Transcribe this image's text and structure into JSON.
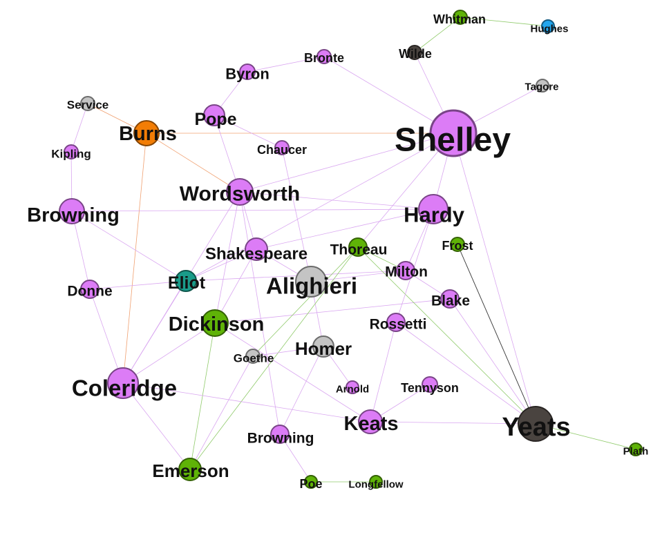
{
  "colors": {
    "purple": "#dc7cf6",
    "gray": "#c4c4c4",
    "dark": "#4a4440",
    "green": "#5fb307",
    "orange": "#f27d05",
    "teal": "#1a9c8a",
    "blue": "#22a6ee",
    "edge_purple": "#d9a6f0",
    "edge_orange": "#f0a070",
    "edge_green": "#8fca6a",
    "edge_black": "#333333"
  },
  "nodes": [
    {
      "id": "shelley",
      "label": "Shelley",
      "color": "purple"
    },
    {
      "id": "yeats",
      "label": "Yeats",
      "color": "dark"
    },
    {
      "id": "coleridge",
      "label": "Coleridge",
      "color": "purple"
    },
    {
      "id": "wordsworth",
      "label": "Wordsworth",
      "color": "purple"
    },
    {
      "id": "hardy",
      "label": "Hardy",
      "color": "purple"
    },
    {
      "id": "browning1",
      "label": "Browning",
      "color": "purple"
    },
    {
      "id": "alighieri",
      "label": "Alighieri",
      "color": "gray"
    },
    {
      "id": "dickinson",
      "label": "Dickinson",
      "color": "green"
    },
    {
      "id": "burns",
      "label": "Burns",
      "color": "orange"
    },
    {
      "id": "keats",
      "label": "Keats",
      "color": "purple"
    },
    {
      "id": "emerson",
      "label": "Emerson",
      "color": "green"
    },
    {
      "id": "homer",
      "label": "Homer",
      "color": "gray"
    },
    {
      "id": "shakespeare",
      "label": "Shakespeare",
      "color": "purple"
    },
    {
      "id": "pope",
      "label": "Pope",
      "color": "purple"
    },
    {
      "id": "byron",
      "label": "Byron",
      "color": "purple"
    },
    {
      "id": "eliot",
      "label": "Eliot",
      "color": "teal"
    },
    {
      "id": "thoreau",
      "label": "Thoreau",
      "color": "green"
    },
    {
      "id": "milton",
      "label": "Milton",
      "color": "purple"
    },
    {
      "id": "blake",
      "label": "Blake",
      "color": "purple"
    },
    {
      "id": "rossetti",
      "label": "Rossetti",
      "color": "purple"
    },
    {
      "id": "donne",
      "label": "Donne",
      "color": "purple"
    },
    {
      "id": "browning2",
      "label": "Browning",
      "color": "purple"
    },
    {
      "id": "whitman",
      "label": "Whitman",
      "color": "green"
    },
    {
      "id": "wilde",
      "label": "Wilde",
      "color": "dark"
    },
    {
      "id": "bronte",
      "label": "Bronte",
      "color": "purple"
    },
    {
      "id": "chaucer",
      "label": "Chaucer",
      "color": "purple"
    },
    {
      "id": "tennyson",
      "label": "Tennyson",
      "color": "purple"
    },
    {
      "id": "frost",
      "label": "Frost",
      "color": "green"
    },
    {
      "id": "goethe",
      "label": "Goethe",
      "color": "gray"
    },
    {
      "id": "service",
      "label": "Service",
      "color": "gray"
    },
    {
      "id": "kipling",
      "label": "Kipling",
      "color": "purple"
    },
    {
      "id": "tagore",
      "label": "Tagore",
      "color": "gray"
    },
    {
      "id": "hughes",
      "label": "Hughes",
      "color": "blue"
    },
    {
      "id": "poe",
      "label": "Poe",
      "color": "green"
    },
    {
      "id": "longfellow",
      "label": "Longfellow",
      "color": "green"
    },
    {
      "id": "arnold",
      "label": "Arnold",
      "color": "purple"
    },
    {
      "id": "plath",
      "label": "Plath",
      "color": "green"
    }
  ],
  "edges": [
    {
      "from": "whitman",
      "to": "hughes",
      "color": "edge_green"
    },
    {
      "from": "whitman",
      "to": "wilde",
      "color": "edge_green"
    },
    {
      "from": "wilde",
      "to": "shelley",
      "color": "edge_purple"
    },
    {
      "from": "tagore",
      "to": "shelley",
      "color": "edge_purple"
    },
    {
      "from": "byron",
      "to": "bronte",
      "color": "edge_purple"
    },
    {
      "from": "byron",
      "to": "pope",
      "color": "edge_purple"
    },
    {
      "from": "bronte",
      "to": "shelley",
      "color": "edge_purple"
    },
    {
      "from": "service",
      "to": "burns",
      "color": "edge_orange"
    },
    {
      "from": "service",
      "to": "kipling",
      "color": "edge_purple"
    },
    {
      "from": "kipling",
      "to": "browning1",
      "color": "edge_purple"
    },
    {
      "from": "burns",
      "to": "shelley",
      "color": "edge_orange"
    },
    {
      "from": "burns",
      "to": "coleridge",
      "color": "edge_orange"
    },
    {
      "from": "burns",
      "to": "wordsworth",
      "color": "edge_orange"
    },
    {
      "from": "pope",
      "to": "chaucer",
      "color": "edge_purple"
    },
    {
      "from": "pope",
      "to": "wordsworth",
      "color": "edge_purple"
    },
    {
      "from": "chaucer",
      "to": "alighieri",
      "color": "edge_purple"
    },
    {
      "from": "shelley",
      "to": "wordsworth",
      "color": "edge_purple"
    },
    {
      "from": "shelley",
      "to": "hardy",
      "color": "edge_purple"
    },
    {
      "from": "shelley",
      "to": "yeats",
      "color": "edge_purple"
    },
    {
      "from": "shelley",
      "to": "thoreau",
      "color": "edge_purple"
    },
    {
      "from": "shelley",
      "to": "eliot",
      "color": "edge_purple"
    },
    {
      "from": "wordsworth",
      "to": "hardy",
      "color": "edge_purple"
    },
    {
      "from": "wordsworth",
      "to": "shakespeare",
      "color": "edge_purple"
    },
    {
      "from": "wordsworth",
      "to": "coleridge",
      "color": "edge_purple"
    },
    {
      "from": "wordsworth",
      "to": "dickinson",
      "color": "edge_purple"
    },
    {
      "from": "wordsworth",
      "to": "browning2",
      "color": "edge_purple"
    },
    {
      "from": "browning1",
      "to": "hardy",
      "color": "edge_purple"
    },
    {
      "from": "browning1",
      "to": "donne",
      "color": "edge_purple"
    },
    {
      "from": "browning1",
      "to": "eliot",
      "color": "edge_purple"
    },
    {
      "from": "hardy",
      "to": "shakespeare",
      "color": "edge_purple"
    },
    {
      "from": "hardy",
      "to": "milton",
      "color": "edge_purple"
    },
    {
      "from": "shakespeare",
      "to": "alighieri",
      "color": "edge_purple"
    },
    {
      "from": "shakespeare",
      "to": "eliot",
      "color": "edge_purple"
    },
    {
      "from": "shakespeare",
      "to": "dickinson",
      "color": "edge_purple"
    },
    {
      "from": "eliot",
      "to": "donne",
      "color": "edge_purple"
    },
    {
      "from": "eliot",
      "to": "milton",
      "color": "edge_purple"
    },
    {
      "from": "eliot",
      "to": "coleridge",
      "color": "edge_purple"
    },
    {
      "from": "donne",
      "to": "coleridge",
      "color": "edge_purple"
    },
    {
      "from": "dickinson",
      "to": "blake",
      "color": "edge_purple"
    },
    {
      "from": "dickinson",
      "to": "emerson",
      "color": "edge_green"
    },
    {
      "from": "dickinson",
      "to": "keats",
      "color": "edge_purple"
    },
    {
      "from": "dickinson",
      "to": "coleridge",
      "color": "edge_purple"
    },
    {
      "from": "alighieri",
      "to": "homer",
      "color": "edge_purple"
    },
    {
      "from": "alighieri",
      "to": "milton",
      "color": "edge_purple"
    },
    {
      "from": "thoreau",
      "to": "yeats",
      "color": "edge_green"
    },
    {
      "from": "thoreau",
      "to": "emerson",
      "color": "edge_green"
    },
    {
      "from": "thoreau",
      "to": "goethe",
      "color": "edge_green"
    },
    {
      "from": "thoreau",
      "to": "milton",
      "color": "edge_green"
    },
    {
      "from": "milton",
      "to": "blake",
      "color": "edge_purple"
    },
    {
      "from": "blake",
      "to": "yeats",
      "color": "edge_purple"
    },
    {
      "from": "hardy",
      "to": "rossetti",
      "color": "edge_purple"
    },
    {
      "from": "rossetti",
      "to": "yeats",
      "color": "edge_purple"
    },
    {
      "from": "rossetti",
      "to": "keats",
      "color": "edge_purple"
    },
    {
      "from": "frost",
      "to": "yeats",
      "color": "edge_black"
    },
    {
      "from": "homer",
      "to": "goethe",
      "color": "edge_purple"
    },
    {
      "from": "homer",
      "to": "browning2",
      "color": "edge_purple"
    },
    {
      "from": "homer",
      "to": "arnold",
      "color": "edge_purple"
    },
    {
      "from": "goethe",
      "to": "emerson",
      "color": "edge_purple"
    },
    {
      "from": "browning2",
      "to": "poe",
      "color": "edge_purple"
    },
    {
      "from": "poe",
      "to": "longfellow",
      "color": "edge_green"
    },
    {
      "from": "coleridge",
      "to": "keats",
      "color": "edge_purple"
    },
    {
      "from": "coleridge",
      "to": "emerson",
      "color": "edge_purple"
    },
    {
      "from": "keats",
      "to": "yeats",
      "color": "edge_purple"
    },
    {
      "from": "tennyson",
      "to": "keats",
      "color": "edge_purple"
    },
    {
      "from": "yeats",
      "to": "plath",
      "color": "edge_green"
    }
  ]
}
